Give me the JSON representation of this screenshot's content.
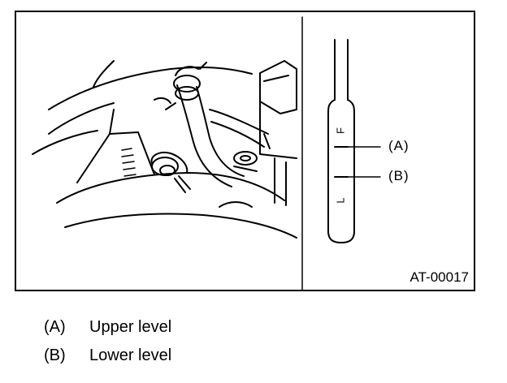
{
  "figure": {
    "id_label": "AT-00017",
    "callouts": {
      "a": "(A)",
      "b": "(B)"
    },
    "dipstick_marks": {
      "full": "F",
      "low": "L"
    }
  },
  "legend": [
    {
      "key": "(A)",
      "text": "Upper level"
    },
    {
      "key": "(B)",
      "text": "Lower level"
    }
  ],
  "colors": {
    "line": "#000000",
    "background": "#ffffff"
  }
}
